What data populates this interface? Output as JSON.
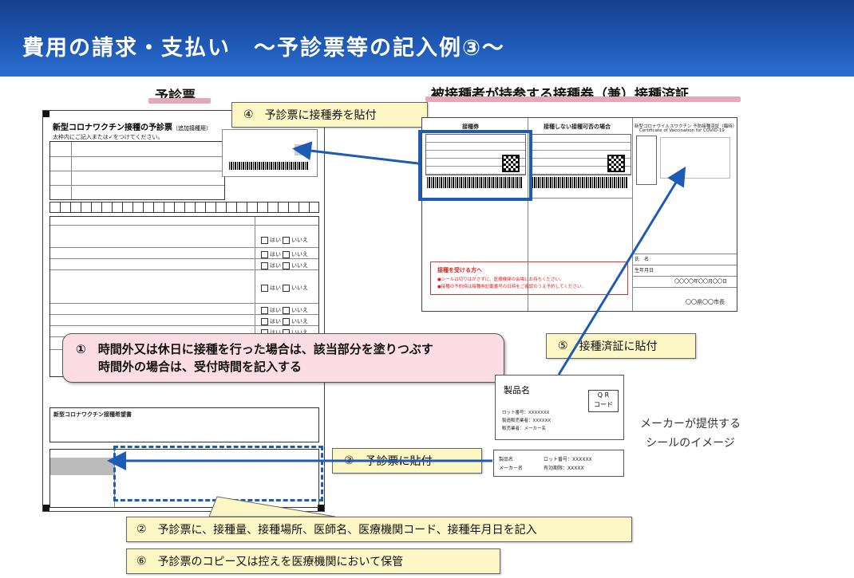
{
  "header": {
    "title": "費用の請求・支払い　～予診票等の記入例③～"
  },
  "left_heading": "予診票",
  "right_heading": "被接種者が持参する接種券（兼）接種済証",
  "form": {
    "title": "新型コロナワクチン接種の予診票",
    "subtitle": "（追加接種用）",
    "note": "太枠内にご記入または✓をつけてください。",
    "vaccine_section": "新型コロナワクチン接種希望書",
    "answer_yes": "はい",
    "answer_no": "いいえ"
  },
  "voucher": {
    "col1_title": "接種券",
    "col2_title": "接種しない接種可否の場合",
    "col3_title": "新型コロナウイルスワクチン 予防接種済証（臨時）",
    "col3_sub": "Certificate of Vaccination for COVID-19",
    "red_title": "接種を受ける方へ",
    "red_line1": "●シールは切りはがさずに、医療機関の会場にお持ちください。",
    "red_line2": "●接種の予約時は接種券記載番号の日時をご確認のうえ予約してください。",
    "footer": "〇〇県〇〇市長",
    "cert_row1": "氏　名",
    "cert_row2": "生年月日",
    "cert_value": "〇〇〇〇年〇〇月〇〇日"
  },
  "callouts": {
    "c4_num": "④",
    "c4_text": "予診票に接種券を貼付",
    "c5_num": "⑤",
    "c5_text": "接種済証に貼付",
    "c3_num": "③",
    "c3_text": "予診票に貼付",
    "c2_num": "②",
    "c2_text": "予診票に、接種量、接種場所、医師名、医療機関コード、接種年月日を記入",
    "c6_num": "⑥",
    "c6_text": "予診票のコピー又は控えを医療機関において保管",
    "c1_num": "①",
    "c1_line1": "時間外又は休日に接種を行った場合は、該当部分を塗りつぶす",
    "c1_line2": "時間外の場合は、受付時間を記入する"
  },
  "seal": {
    "product": "製品名",
    "qr_label": "Q R\nコード",
    "lot": "ロット番号：XXXXXXX",
    "expiry": "製造販売業者：XXXXXX",
    "maker": "販売業者：メーカー名",
    "small_left1": "製品名",
    "small_left2": "メーカー名",
    "small_right1": "ロット番号：XXXXXX",
    "small_right2": "有効期限：XXXXX"
  },
  "seal_caption": {
    "line1": "メーカーが提供する",
    "line2": "シールのイメージ"
  },
  "colors": {
    "banner": "#1f5ab8",
    "callout_bg": "#fdf6c5",
    "pink": "#fcdde5",
    "arrow": "#1d5cb5"
  }
}
